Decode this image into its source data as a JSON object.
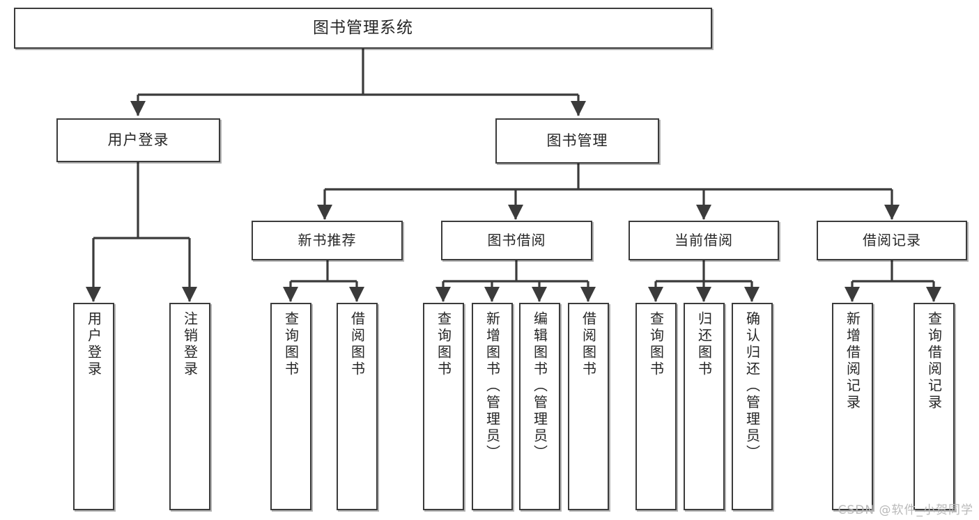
{
  "diagram": {
    "title": "图书管理系统",
    "type": "tree",
    "style": {
      "box_border": "#3b3b3b",
      "box_fill": "#ffffff",
      "text_color": "#262626",
      "connector_color": "#3b3b3b",
      "watermark_color": "#b9b9b9",
      "background": "#ffffff"
    },
    "nodes": {
      "root": {
        "label": "图书管理系统"
      },
      "level2": [
        {
          "id": "user-login",
          "label": "用户登录"
        },
        {
          "id": "book-manage",
          "label": "图书管理"
        }
      ],
      "level3": [
        {
          "id": "new-book-recommend",
          "label": "新书推荐"
        },
        {
          "id": "book-borrow",
          "label": "图书借阅"
        },
        {
          "id": "current-borrow",
          "label": "当前借阅"
        },
        {
          "id": "borrow-record",
          "label": "借阅记录"
        }
      ],
      "leaves": [
        {
          "id": "leaf-user-login",
          "label": "用户登录",
          "parent": "user-login"
        },
        {
          "id": "leaf-logout-login",
          "label": "注销登录",
          "parent": "user-login"
        },
        {
          "id": "leaf-query-book-1",
          "label": "查询图书",
          "parent": "new-book-recommend"
        },
        {
          "id": "leaf-borrow-book-1",
          "label": "借阅图书",
          "parent": "new-book-recommend"
        },
        {
          "id": "leaf-query-book-2",
          "label": "查询图书",
          "parent": "book-borrow"
        },
        {
          "id": "leaf-add-book",
          "label": "新增图书（管理员）",
          "parent": "book-borrow"
        },
        {
          "id": "leaf-edit-book",
          "label": "编辑图书（管理员）",
          "parent": "book-borrow"
        },
        {
          "id": "leaf-borrow-book-2",
          "label": "借阅图书",
          "parent": "book-borrow"
        },
        {
          "id": "leaf-query-book-3",
          "label": "查询图书",
          "parent": "current-borrow"
        },
        {
          "id": "leaf-return-book",
          "label": "归还图书",
          "parent": "current-borrow"
        },
        {
          "id": "leaf-confirm-return",
          "label": "确认归还（管理员）",
          "parent": "current-borrow"
        },
        {
          "id": "leaf-add-record",
          "label": "新增借阅记录",
          "parent": "borrow-record"
        },
        {
          "id": "leaf-query-record",
          "label": "查询借阅记录",
          "parent": "borrow-record"
        }
      ]
    },
    "watermark": "CSDN @软件_小贺同学"
  }
}
